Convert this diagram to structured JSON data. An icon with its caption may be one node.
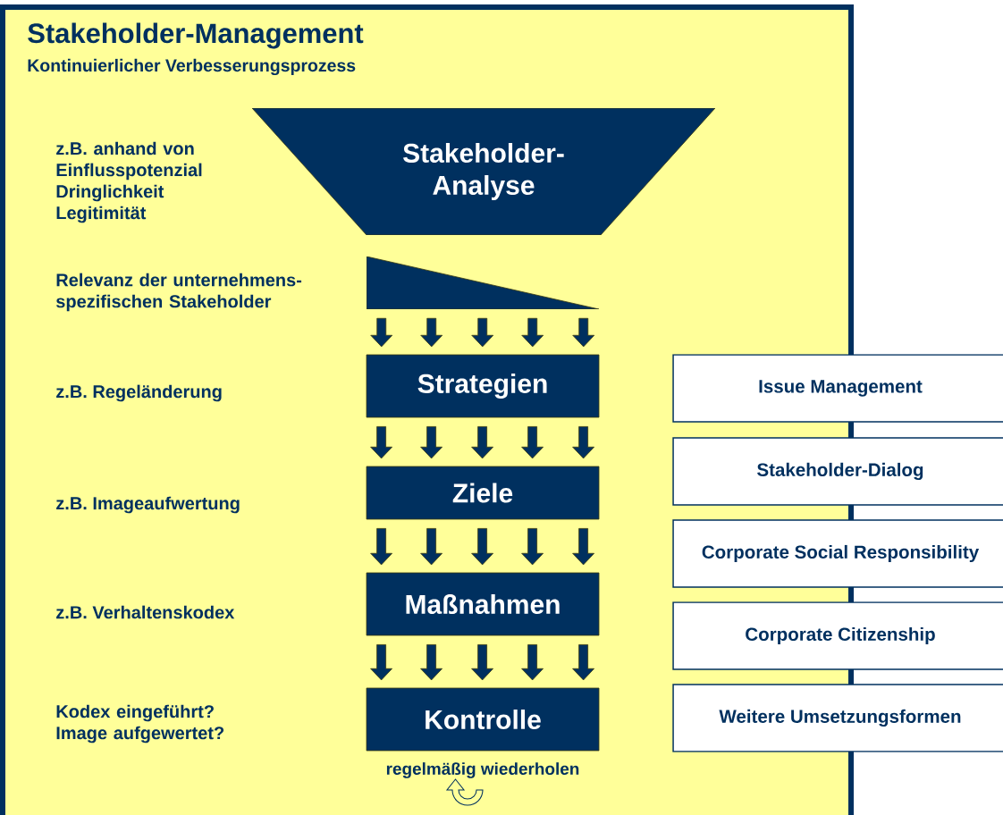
{
  "diagram": {
    "title": "Stakeholder-Management",
    "nodes": [
      {
        "text": [
          "Stakeholder- Analyse"
        ]
      },
      {
        "text": [],
        "shape": "triangle"
      },
      {
        "text": [
          "Strategien"
        ]
      },
      {
        "text": [
          "Ziele"
        ]
      },
      {
        "text": [
          "Maßnahmen"
        ]
      },
      {
        "text": [
          "Kontrolle"
        ],
        "beside": [
          "regelmäßig wiederholen"
        ]
      },
      {
        "text": [
          "Issue Management"
        ]
      },
      {
        "text": [
          "Stakeholder-Dialog"
        ]
      },
      {
        "text": [
          "Corporate Social Responsibility"
        ]
      },
      {
        "text": [
          "Corporate Citizenship"
        ]
      },
      {
        "text": [
          "Weitere Umsetzungsformen"
        ]
      }
    ],
    "edges": [
      {
        "from": 1,
        "to": 2,
        "arrow": "to"
      },
      {
        "from": 2,
        "to": 3,
        "arrow": "to"
      },
      {
        "from": 3,
        "to": 4,
        "arrow": "to"
      },
      {
        "from": 4,
        "to": 5,
        "arrow": "to"
      }
    ],
    "labels": [
      "Kontinuierlicher Verbesserungsprozess",
      "z.B. anhand von Einflusspotenzial Dringlichkeit Legitimität",
      "Relevanz der unternehmens-spezifischen Stakeholder",
      "z.B. Regeländerung",
      "z.B. Imageaufwertung",
      "z.B. Verhaltenskodex",
      "Kodex eingeführt? Image aufgewertet?"
    ]
  }
}
